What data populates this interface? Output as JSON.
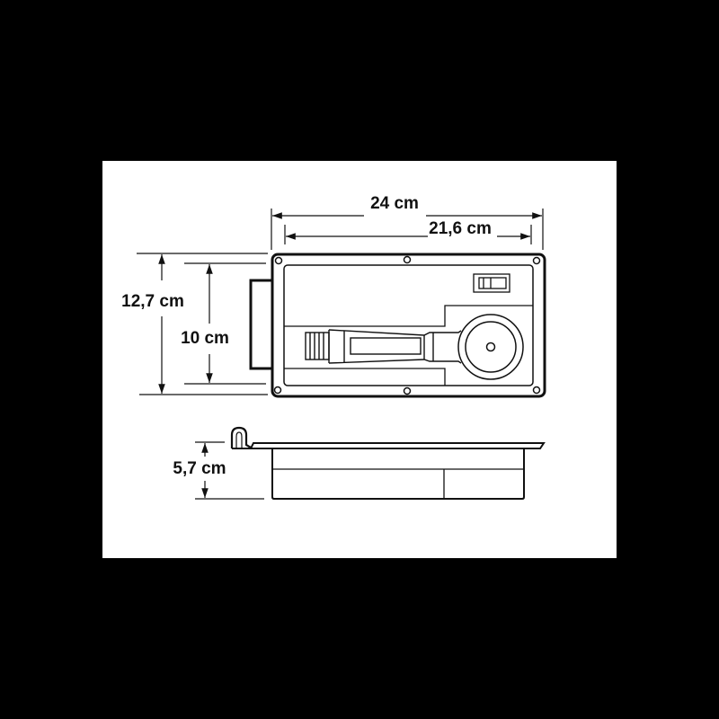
{
  "diagram": {
    "type": "dimensioned technical drawing",
    "views": [
      "top view",
      "side view"
    ],
    "dimensions": {
      "outer_width": "24 cm",
      "inner_width": "21,6 cm",
      "outer_height": "12,7 cm",
      "inner_height": "10 cm",
      "depth": "5,7 cm"
    },
    "colors": {
      "background": "#000000",
      "panel": "#ffffff",
      "line": "#111111"
    }
  }
}
